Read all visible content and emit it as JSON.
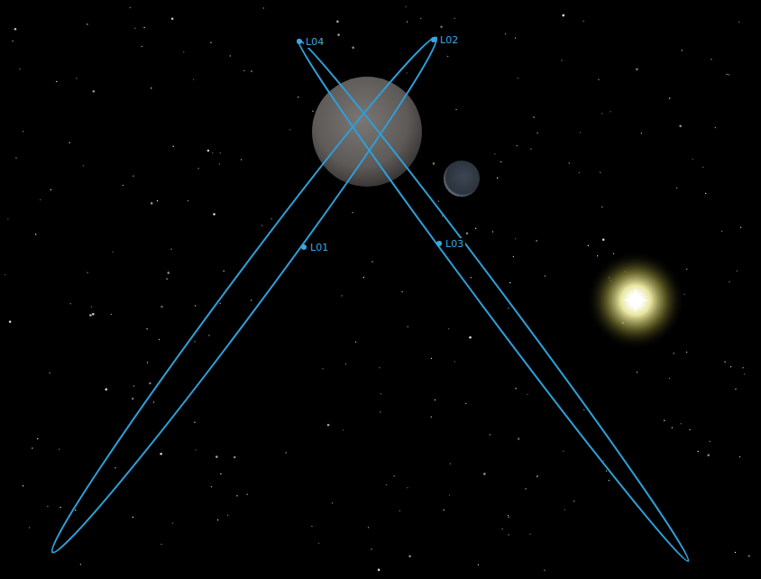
{
  "diagram": {
    "labels": [
      "L04",
      "L02",
      "L01",
      "L03"
    ]
  }
}
